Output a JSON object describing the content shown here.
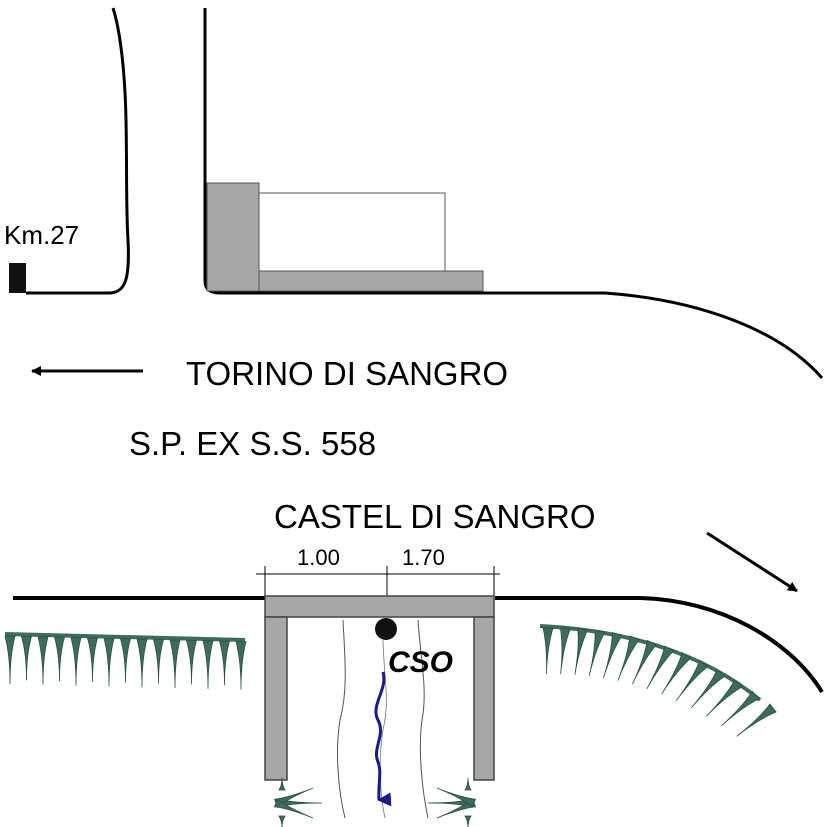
{
  "labels": {
    "km": "Km.27",
    "direction_left": "TORINO DI SANGRO",
    "road": "S.P. EX S.S. 558",
    "direction_right": "CASTEL DI SANGRO",
    "dim_left": "1.00",
    "dim_right": "1.70",
    "cso": "CSO"
  },
  "colors": {
    "line": "#000000",
    "structure_fill": "#a6a6a6",
    "vegetation": "#3e6b5e",
    "flow_arrow": "#1a1a8c",
    "background": "#ffffff"
  }
}
